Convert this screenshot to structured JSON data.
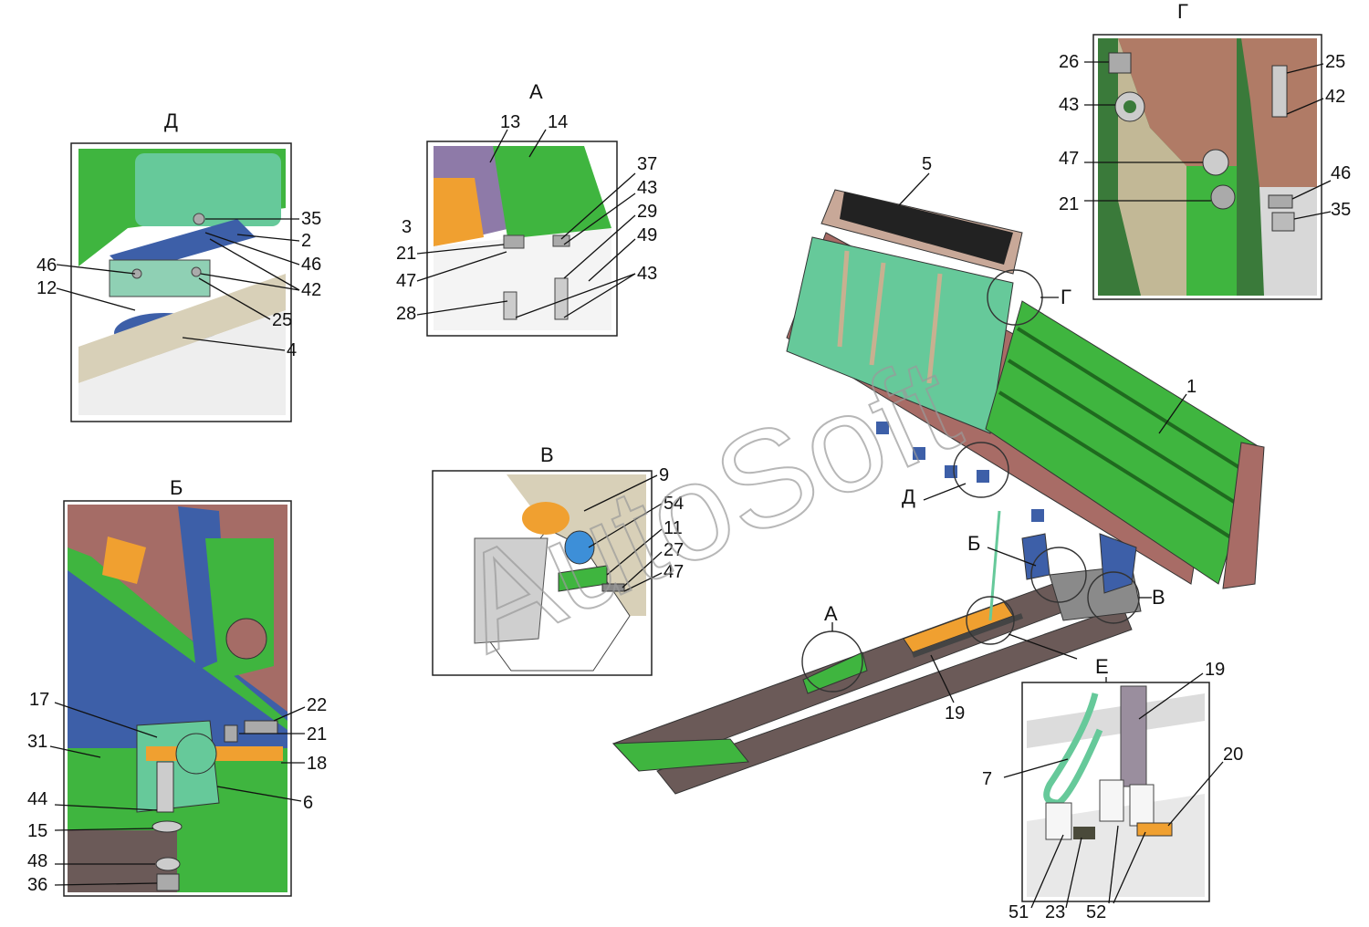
{
  "watermark": "AutoSoft",
  "views": {
    "D": {
      "title": "Д",
      "labels": [
        "35",
        "2",
        "46",
        "42",
        "25",
        "4",
        "46",
        "12"
      ]
    },
    "A": {
      "title": "А",
      "labels": [
        "13",
        "14",
        "3",
        "37",
        "43",
        "29",
        "49",
        "43",
        "21",
        "47",
        "28"
      ]
    },
    "G": {
      "title": "Г",
      "labels": [
        "26",
        "43",
        "47",
        "21",
        "25",
        "42",
        "46",
        "35"
      ]
    },
    "B": {
      "title": "Б",
      "labels": [
        "17",
        "22",
        "21",
        "31",
        "18",
        "6",
        "44",
        "15",
        "48",
        "36"
      ]
    },
    "V": {
      "title": "В",
      "labels": [
        "9",
        "54",
        "11",
        "27",
        "47"
      ]
    },
    "E": {
      "title": "Е",
      "labels": [
        "19",
        "7",
        "20",
        "51",
        "23",
        "52"
      ]
    }
  },
  "main": {
    "labels": [
      "5",
      "1",
      "19"
    ],
    "callouts": [
      "Г",
      "Д",
      "Б",
      "В",
      "А",
      "Е"
    ]
  },
  "colors": {
    "green": "#3fb53f",
    "light_green": "#66c99a",
    "brown": "#9a6a5e",
    "dark_frame": "#6b5a58",
    "blue": "#3d5fa8",
    "orange": "#f0a030",
    "beige": "#d8d0b8"
  }
}
